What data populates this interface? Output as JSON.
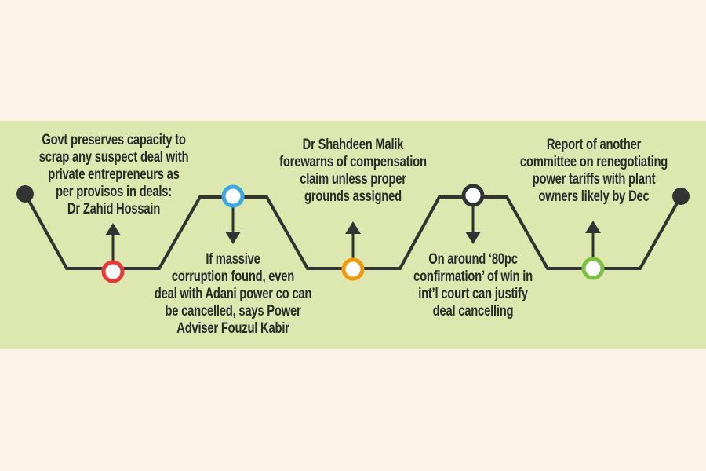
{
  "colors": {
    "background": "#fdf3e8",
    "band": "#dce8b0",
    "line": "#333333",
    "red": "#e63a3a",
    "blue": "#3ca7e0",
    "orange": "#f29a0c",
    "black": "#333333",
    "green": "#7dc142"
  },
  "events": [
    {
      "lines": [
        "Govt preserves capacity to",
        "scrap any suspect deal with",
        "private entrepreneurs as",
        "per provisos in deals:",
        "Dr Zahid Hossain"
      ],
      "marker_color": "red",
      "arrow": "up"
    },
    {
      "lines": [
        "If massive",
        "corruption found, even",
        "deal with Adani power co can",
        "be cancelled, says Power",
        "Adviser Fouzul Kabir"
      ],
      "marker_color": "blue",
      "arrow": "down"
    },
    {
      "lines": [
        "Dr Shahdeen Malik",
        "forewarns of compensation",
        "claim unless proper",
        "grounds assigned"
      ],
      "marker_color": "orange",
      "arrow": "up"
    },
    {
      "lines": [
        "On around ‘80pc",
        "confirmation’ of win in",
        "int’l court can justify",
        "deal cancelling"
      ],
      "marker_color": "black",
      "arrow": "down"
    },
    {
      "lines": [
        "Report of another",
        "committee on renegotiating",
        "power tariffs with plant",
        "owners likely by Dec"
      ],
      "marker_color": "green",
      "arrow": "up"
    }
  ]
}
